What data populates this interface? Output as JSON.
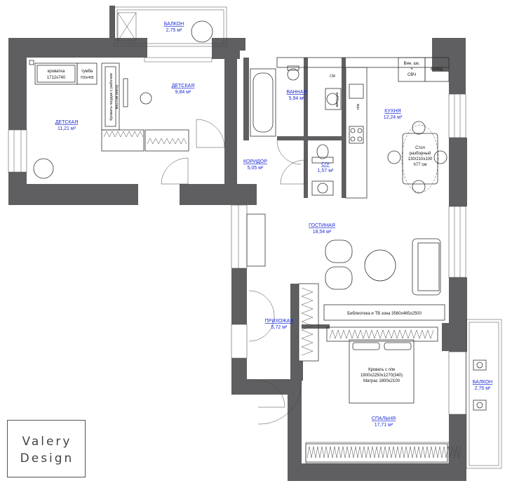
{
  "rooms": [
    {
      "id": "balcony-top",
      "name": "БАЛКОН",
      "area": "2,75 м²"
    },
    {
      "id": "kids-small",
      "name": "ДЕТСКАЯ",
      "area": "9,84 м²"
    },
    {
      "id": "kids-large",
      "name": "ДЕТСКАЯ",
      "area": "11,21 м²"
    },
    {
      "id": "bathroom",
      "name": "ВАННАЯ",
      "area": "5,94 м²"
    },
    {
      "id": "kitchen",
      "name": "КУХНЯ",
      "area": "12,24 м²"
    },
    {
      "id": "corridor",
      "name": "КОРИДОР",
      "area": "5,05 м²"
    },
    {
      "id": "wc",
      "name": "С/У",
      "area": "1,57 м²"
    },
    {
      "id": "living",
      "name": "ГОСТИНАЯ",
      "area": "18,54 м²"
    },
    {
      "id": "hall",
      "name": "ПРИХОЖАЯ",
      "area": "5,72 м²"
    },
    {
      "id": "balcony-right",
      "name": "БАЛКОН",
      "area": "2,75 м²"
    },
    {
      "id": "bedroom",
      "name": "СПАЛЬНЯ",
      "area": "17,71 м²"
    }
  ],
  "furniture_labels": {
    "crib_1": "кроватка",
    "crib_2": "1712х740",
    "nightstand_1": "тумба",
    "nightstand_2": "700х495",
    "loft_bed_1": "Кровать-чердак с рабочим",
    "loft_bed_2": "местом внизу",
    "wine_1": "Вин. шк.",
    "wine_2": "+",
    "wine_3": "СВЧ",
    "fridge": "Холод.",
    "washer": "СМ",
    "dryer": "автосуш",
    "pm": "п/м",
    "table_1": "Стол",
    "table_2": "разборный",
    "table_3": "130/210х100",
    "table_4": "h77 см",
    "library": "Библиотека и ТВ зона 3560х465х2500",
    "bed_1": "Кровать с п/м",
    "bed_2": "1900х2250х1270(340)",
    "bed_3": "Матрас 1800х2100"
  },
  "logo": {
    "line1": "Valery",
    "line2": "Design"
  }
}
